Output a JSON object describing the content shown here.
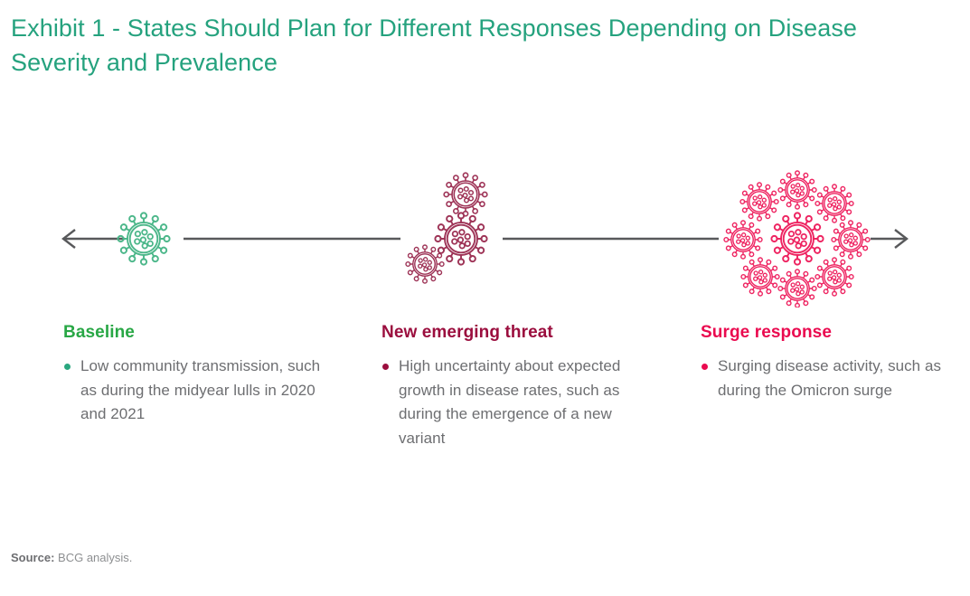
{
  "title": "Exhibit 1 - States Should Plan for Different Responses Depending on Disease Severity and Prevalence",
  "colors": {
    "title_green": "#25a27e",
    "baseline_green": "#28a745",
    "virus_green": "#4cb78a",
    "threat_maroon": "#9b0e3e",
    "virus_maroon": "#9e3457",
    "surge_pink": "#ea0a4f",
    "virus_pink": "#ee2461",
    "body_gray": "#6d6e71",
    "arrow_gray": "#58595b"
  },
  "spectrum": {
    "left_arrow_icon": "arrow-left-icon",
    "right_arrow_icon": "arrow-right-icon",
    "stages": [
      {
        "id": "baseline",
        "icon": "virus-icon",
        "virus_count": 1,
        "color": "#4cb78a"
      },
      {
        "id": "new-emerging-threat",
        "icon": "virus-cluster-icon",
        "virus_count": 3,
        "color": "#9e3457"
      },
      {
        "id": "surge-response",
        "icon": "virus-swarm-icon",
        "virus_count": 9,
        "color": "#ee2461"
      }
    ]
  },
  "columns": [
    {
      "heading": "Baseline",
      "bullets": [
        "Low community transmission, such as during the midyear lulls in 2020 and 2021"
      ]
    },
    {
      "heading": "New emerging threat",
      "bullets": [
        "High uncertainty about expected growth in disease rates, such as during the emergence of a new variant"
      ]
    },
    {
      "heading": "Surge response",
      "bullets": [
        "Surging disease activity, such as during the Omicron surge"
      ]
    }
  ],
  "source": {
    "label": "Source:",
    "text": "BCG analysis."
  }
}
